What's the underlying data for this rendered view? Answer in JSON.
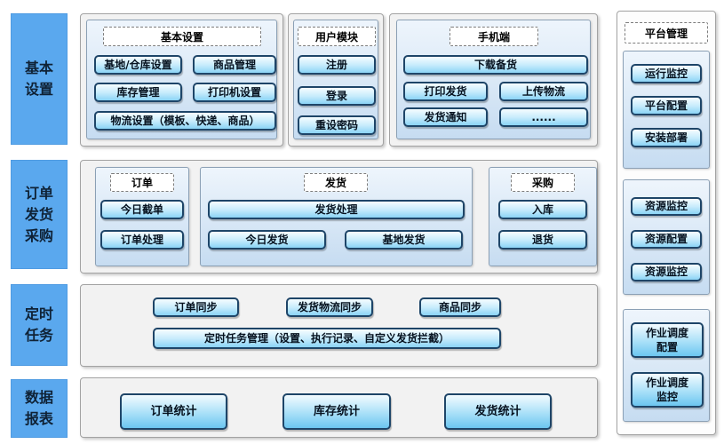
{
  "colors": {
    "sidebar_blue": "#5aa8ee",
    "panel_gray": "#f2f2f2",
    "group_blue_top": "#eef5fc",
    "group_blue_bottom": "#c6dcf1",
    "button_gradient_top": "#f6fdff",
    "button_gradient_bottom": "#8bd4f6",
    "button_border": "#1e4568"
  },
  "sidebar": {
    "items": [
      {
        "label": "基本\n设置"
      },
      {
        "label": "订单\n发货\n采购"
      },
      {
        "label": "定时\n任务"
      },
      {
        "label": "数据\n报表"
      }
    ]
  },
  "basic_settings": {
    "header": "基本设置",
    "buttons": {
      "base_warehouse": "基地/仓库设置",
      "product_mgmt": "商品管理",
      "inventory_mgmt": "库存管理",
      "printer_settings": "打印机设置",
      "logistics_settings": "物流设置（模板、快递、商品）"
    }
  },
  "user_module": {
    "header": "用户模块",
    "buttons": {
      "register": "注册",
      "login": "登录",
      "reset_password": "重设密码"
    }
  },
  "mobile": {
    "header": "手机端",
    "buttons": {
      "download_stock": "下载备货",
      "print_shipping": "打印发货",
      "upload_logistics": "上传物流",
      "shipping_notice": "发货通知",
      "more": "......"
    }
  },
  "order_shipping_purchase": {
    "order": {
      "header": "订单",
      "buttons": {
        "today_cutoff": "今日截单",
        "order_process": "订单处理"
      }
    },
    "shipping": {
      "header": "发货",
      "buttons": {
        "shipping_process": "发货处理",
        "today_shipping": "今日发货",
        "base_shipping": "基地发货"
      }
    },
    "purchase": {
      "header": "采购",
      "buttons": {
        "inbound": "入库",
        "returns": "退货"
      }
    }
  },
  "scheduled_tasks": {
    "buttons": {
      "order_sync": "订单同步",
      "shipping_logistics_sync": "发货物流同步",
      "product_sync": "商品同步",
      "task_mgmt": "定时任务管理（设置、执行记录、自定义发货拦截）"
    }
  },
  "reports": {
    "buttons": {
      "order_stats": "订单统计",
      "inventory_stats": "库存统计",
      "shipping_stats": "发货统计"
    }
  },
  "platform": {
    "header": "平台管理",
    "monitor_group": {
      "run_monitor": "运行监控",
      "platform_config": "平台配置",
      "install_deploy": "安装部署"
    },
    "resource_group": {
      "resource_monitor_1": "资源监控",
      "resource_config": "资源配置",
      "resource_monitor_2": "资源监控"
    },
    "job_group": {
      "job_schedule_config": "作业调度\n配置",
      "job_schedule_monitor": "作业调度\n监控"
    }
  }
}
